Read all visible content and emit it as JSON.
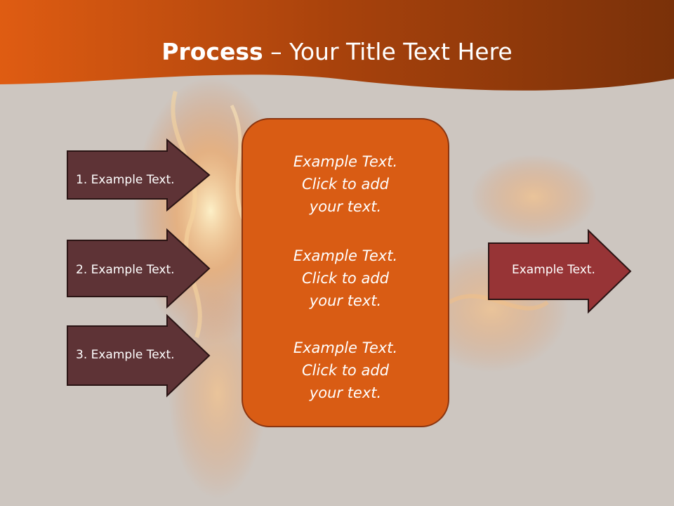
{
  "colors": {
    "background": "#cdc6c0",
    "header_dark": "#7a3109",
    "header_light": "#dd5a12",
    "arrow_dark": "#5e3336",
    "arrow_red": "#973436",
    "box_orange": "#d95c14",
    "border": "#2a1414",
    "text": "#ffffff"
  },
  "slide": {
    "title_bold": "Process",
    "title_rest": " – Your Title Text Here"
  },
  "inputs": [
    {
      "label": "1. Example Text."
    },
    {
      "label": "2. Example Text."
    },
    {
      "label": "3. Example Text."
    }
  ],
  "center": {
    "paragraphs": [
      {
        "line1": "Example Text.",
        "line2": "Click  to add",
        "line3": "your text."
      },
      {
        "line1": "Example Text.",
        "line2": "Click  to add",
        "line3": "your text."
      },
      {
        "line1": "Example Text.",
        "line2": "Click  to add",
        "line3": "your text."
      }
    ]
  },
  "output": {
    "label": "Example Text."
  }
}
